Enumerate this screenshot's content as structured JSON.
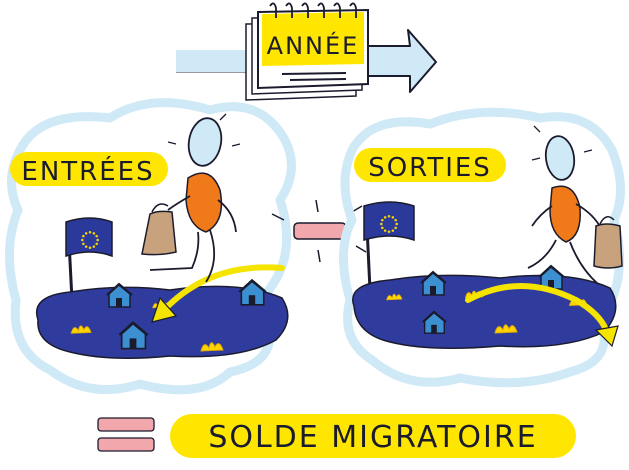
{
  "header": {
    "calendar_label": "ANNÉE"
  },
  "left_panel": {
    "label": "ENTRÉES"
  },
  "right_panel": {
    "label": "SORTIES"
  },
  "result": {
    "label": "SOLDE MIGRATOIRE"
  },
  "colors": {
    "highlight_yellow": "#ffe600",
    "cloud_blue": "#cfe9f7",
    "eu_blue": "#2b3a9a",
    "star_gold": "#ffd400",
    "minus_pink": "#f2a7ad",
    "island_blue": "#2f3c9e",
    "arrow_yellow": "#f5e300",
    "body_orange": "#f07a1a",
    "bag_tan": "#c8a27d"
  },
  "icons": [
    "calendar-icon",
    "right-arrow-icon",
    "eu-flag-icon",
    "house-icon",
    "traveller-icon",
    "suitcase-icon",
    "minus-sign-icon",
    "equals-sign-icon"
  ]
}
